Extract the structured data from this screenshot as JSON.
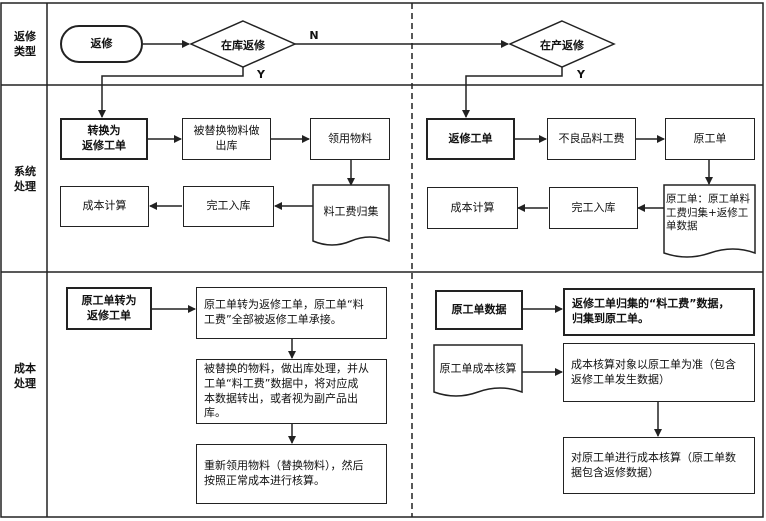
{
  "rows": {
    "type": "返修\n类型",
    "system": "系统\n处理",
    "cost": "成本\n处理"
  },
  "top": {
    "start": "返修",
    "decision_left": "在库返修",
    "decision_right": "在产返修",
    "label_n": "N",
    "label_y_left": "Y",
    "label_y_right": "Y"
  },
  "left_system": {
    "convert": "转换为\n返修工单",
    "replace_out": "被替换物料做\n出库",
    "pick": "领用物料",
    "labor_doc": "料工费归集",
    "finish_in": "完工入库",
    "cost_calc": "成本计算"
  },
  "right_system": {
    "rework_order": "返修工单",
    "defect_labor": "不良品料工费",
    "original_order": "原工单",
    "doc": "原工单：原工单料\n工费归集+返修工\n单数据",
    "finish_in": "完工入库",
    "cost_calc": "成本计算"
  },
  "left_cost": {
    "convert": "原工单转为\n返修工单",
    "step1": "原工单转为返修工单，原工单“料\n工费”全部被返修工单承接。",
    "step2": "被替换的物料，做出库处理，并从\n工单“料工费”数据中，将对应成\n本数据转出，或者视为副产品出\n库。",
    "step3": "重新领用物料（替换物料），然后\n按照正常成本进行核算。"
  },
  "right_cost": {
    "orig_data": "原工单数据",
    "collect": "返修工单归集的“料工费”数据，\n归集到原工单。",
    "orig_calc_doc": "原工单成本核算",
    "calc_obj": "成本核算对象以原工单为准（包含\n返修工单发生数据）",
    "calc_final": "对原工单进行成本核算（原工单数\n据包含返修数据）"
  }
}
